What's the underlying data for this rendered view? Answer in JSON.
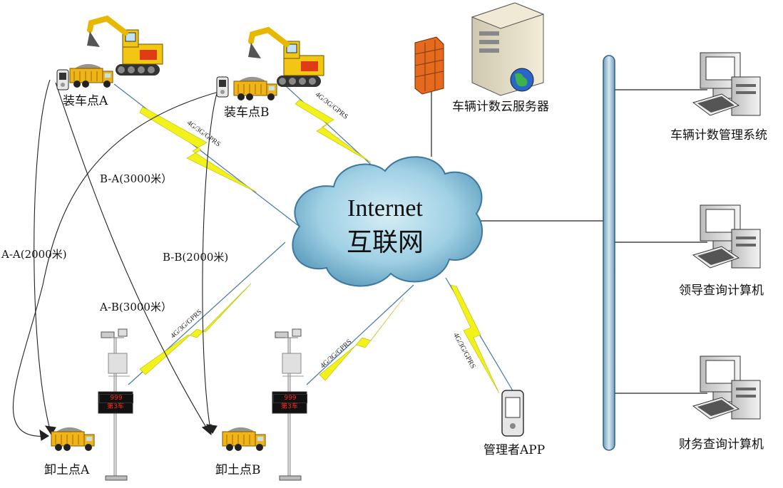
{
  "cloud": {
    "title": "Internet",
    "subtitle": "互联网"
  },
  "server": {
    "label": "车辆计数云服务器"
  },
  "terminals": [
    {
      "label": "车辆计数管理系统"
    },
    {
      "label": "领导查询计算机"
    },
    {
      "label": "财务查询计算机"
    }
  ],
  "loading_points": {
    "a": "装车点A",
    "b": "装车点B"
  },
  "unloading_points": {
    "a": "卸土点A",
    "b": "卸土点B"
  },
  "manager_app": {
    "label": "管理者APP"
  },
  "routes": {
    "aa": "A-A(2000米)",
    "ba": "B-A(3000米）",
    "bb": "B-B(2000米)",
    "ab": "A-B(3000米）"
  },
  "wireless": {
    "link1": "4G/3G/GPRS",
    "link2": "4G/3G/GPRS",
    "link3": "4G/3G/GPRS",
    "link4": "4G/3G/GPRS",
    "link5": "4G/3G/GPRS"
  },
  "led_display": {
    "line1": "999",
    "line2": "第3车"
  },
  "colors": {
    "lightning": "#f2f21a",
    "cloud": "#8cc4dc",
    "bus": "#9cc0d8",
    "link": "#4477aa"
  }
}
